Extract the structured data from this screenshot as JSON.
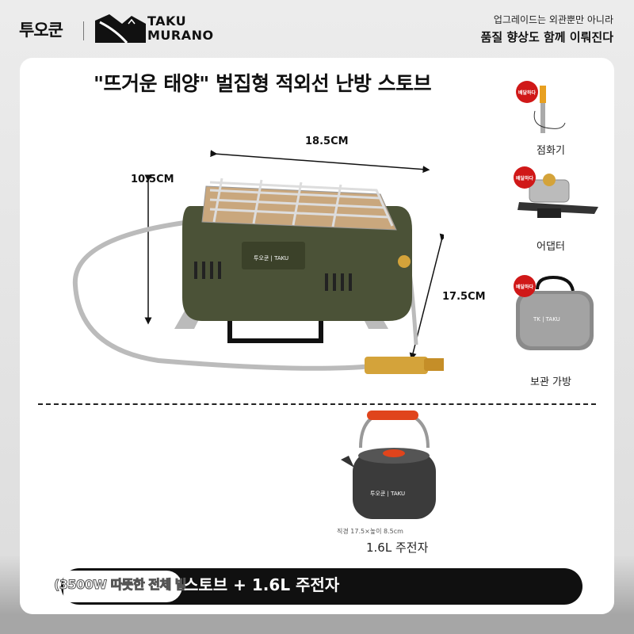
{
  "header": {
    "brand_ko": "투오쿤",
    "brand_en_line1": "TAKU",
    "brand_en_line2": "MURANO",
    "tagline_1": "업그레이드는 외관뿐만 아니라",
    "tagline_2": "품질 향상도 함께 이뤄진다"
  },
  "product": {
    "title": "\"뜨거운 태양\" 벌집형 적외선 난방 스토브",
    "width_dim": "18.5CM",
    "height_dim": "10.5CM",
    "depth_dim": "17.5CM"
  },
  "accessories": [
    {
      "label": "점화기",
      "badge": "배달하다"
    },
    {
      "label": "어댑터",
      "badge": "배달하다"
    },
    {
      "label": "보관 가방",
      "badge": "배달하다"
    }
  ],
  "kettle": {
    "spec": "직경 17.5×높이 8.5cm",
    "label": "1.6L 주전자"
  },
  "banner": {
    "prefix": "(3500W 따뜻한 전체 빌",
    "main": "스토브 + 1.6L 주전자"
  },
  "colors": {
    "stove_green": "#4b5237",
    "badge_red": "#d01818",
    "banner_black": "#101010"
  }
}
